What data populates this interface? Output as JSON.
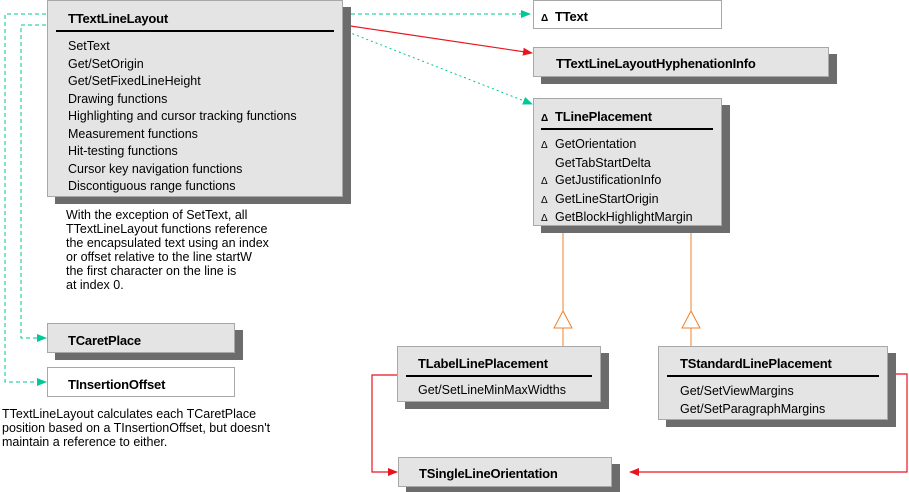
{
  "colors": {
    "box_fill": "#e4e4e4",
    "box_border": "#a8a8a8",
    "shadow": "#6c6c6c",
    "uses_link": "#00c896",
    "owns_link": "#e8141e",
    "inherit_link": "#f08228"
  },
  "classes": {
    "ttextlinelayout": {
      "name": "TTextLineLayout",
      "members": [
        "SetText",
        "Get/SetOrigin",
        "Get/SetFixedLineHeight",
        "Drawing functions",
        "Highlighting and cursor tracking functions",
        "Measurement functions",
        "Hit-testing functions",
        "Cursor key navigation functions",
        "Discontiguous range functions"
      ]
    },
    "ttext": {
      "name": "TText",
      "marker": "Δ"
    },
    "hyphenation": {
      "name": "TTextLineLayoutHyphenationInfo"
    },
    "tlineplacement": {
      "name": "TLinePlacement",
      "marker": "Δ",
      "members": [
        {
          "marker": "Δ",
          "label": "GetOrientation"
        },
        {
          "marker": "",
          "label": "GetTabStartDelta"
        },
        {
          "marker": "Δ",
          "label": "GetJustificationInfo"
        },
        {
          "marker": "Δ",
          "label": "GetLineStartOrigin"
        },
        {
          "marker": "Δ",
          "label": "GetBlockHighlightMargin"
        }
      ]
    },
    "tcaretplace": {
      "name": "TCaretPlace"
    },
    "tinsertionoffset": {
      "name": "TInsertionOffset"
    },
    "tlabellineplacement": {
      "name": "TLabelLinePlacement",
      "members": [
        "Get/SetLineMinMaxWidths"
      ]
    },
    "tstandardlineplacement": {
      "name": "TStandardLinePlacement",
      "members": [
        "Get/SetViewMargins",
        "Get/SetParagraphMargins"
      ]
    },
    "tsinglelineorientation": {
      "name": "TSingleLineOrientation"
    }
  },
  "notes": {
    "index_note": "With the exception of SetText, all\nTTextLineLayout functions reference\nthe encapsulated text using an index\nor offset relative to the line startW\nthe first character on the line is\nat index 0.",
    "caret_note": "TTextLineLayout calculates each TCaretPlace\nposition based on a TInsertionOffset, but doesn't\nmaintain a reference to either."
  }
}
